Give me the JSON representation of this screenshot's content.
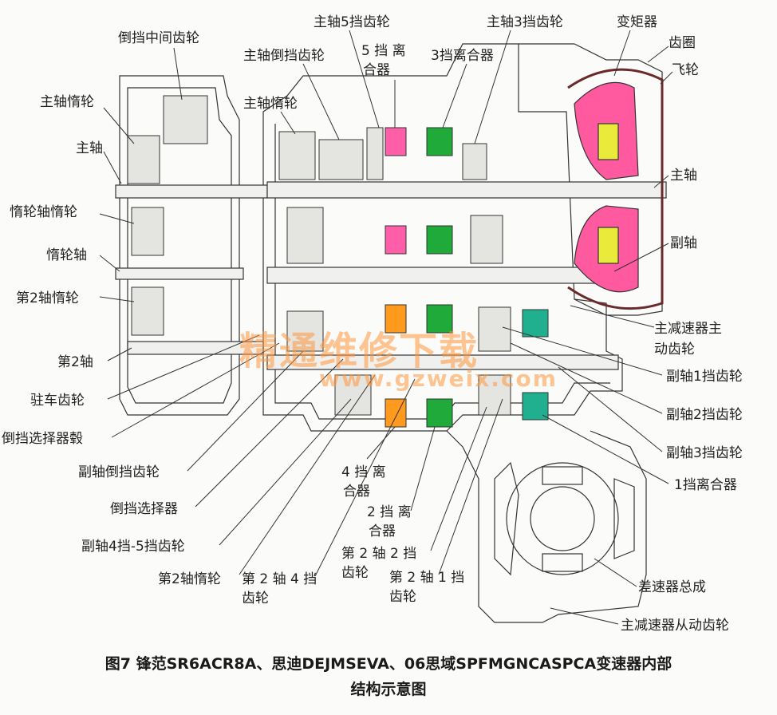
{
  "labels": {
    "reverse_idler": "倒挡中间齿轮",
    "main_shaft_5th": "主轴5挡齿轮",
    "main_shaft_3rd": "主轴3挡齿轮",
    "converter": "变矩器",
    "ring_gear": "齿圈",
    "flywheel": "飞轮",
    "main_shaft_reverse": "主轴倒挡齿轮",
    "clutch_5th_a": "5 挡 离",
    "clutch_5th_b": "合器",
    "clutch_3rd": "3挡离合器",
    "main_idler_left": "主轴惰轮",
    "main_idler_center": "主轴惰轮",
    "main_shaft_left": "主轴",
    "main_shaft_right": "主轴",
    "idler_shaft_idler": "惰轮轴惰轮",
    "countershaft": "副轴",
    "idler_shaft": "惰轮轴",
    "second_shaft_idler_left": "第2轴惰轮",
    "final_drive_a": "主减速器主",
    "final_drive_b": "动齿轮",
    "second_shaft": "第2轴",
    "counter_1st": "副轴1挡齿轮",
    "park_gear": "驻车齿轮",
    "counter_2nd": "副轴2挡齿轮",
    "reverse_hub": "倒挡选择器毂",
    "counter_3rd": "副轴3挡齿轮",
    "counter_reverse": "副轴倒挡齿轮",
    "clutch_4th_a": "4 挡 离",
    "clutch_4th_b": "合器",
    "clutch_1st": "1挡离合器",
    "reverse_selector": "倒挡选择器",
    "clutch_2nd_a": "2 挡 离",
    "clutch_2nd_b": "合器",
    "counter_45": "副轴4挡-5挡齿轮",
    "ss2_2nd_a": "第 2 轴 2 挡",
    "ss2_2nd_b": "齿轮",
    "ss2_idler": "第2轴惰轮",
    "ss2_4th_a": "第 2 轴 4 挡",
    "ss2_4th_b": "齿轮",
    "ss2_1st_a": "第 2 轴 1 挡",
    "ss2_1st_b": "齿轮",
    "differential": "差速器总成",
    "final_driven": "主减速器从动齿轮"
  },
  "caption": {
    "line1": "图7  锋范SR6ACR8A、思迪DEJMSEVA、06思域SPFMGNCASPCA变速器内部",
    "line2": "结构示意图"
  },
  "watermark": {
    "text": "精通维修下载",
    "url": "www.gzweix.com"
  },
  "colors": {
    "clutch_pink": "#ff5fa8",
    "clutch_green": "#1faa3a",
    "clutch_orange": "#ff9a1e",
    "clutch_teal": "#21b08f",
    "converter_pink": "#ff5aa0",
    "converter_yellow": "#e9ea3a"
  }
}
